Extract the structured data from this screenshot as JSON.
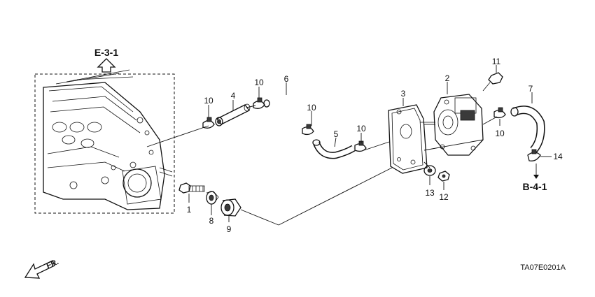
{
  "references": {
    "top": "E-3-1",
    "right": "B-4-1"
  },
  "callouts": [
    "1",
    "2",
    "3",
    "4",
    "5",
    "6",
    "7",
    "8",
    "9",
    "10",
    "10",
    "10",
    "10",
    "11",
    "12",
    "13",
    "14"
  ],
  "direction_label": "FR.",
  "diagram_code": "TA07E0201A",
  "icons": {
    "arrow_up": "hollow-up-arrow-icon",
    "arrow_down": "down-arrow-icon",
    "front_arrow": "front-direction-arrow-icon"
  }
}
